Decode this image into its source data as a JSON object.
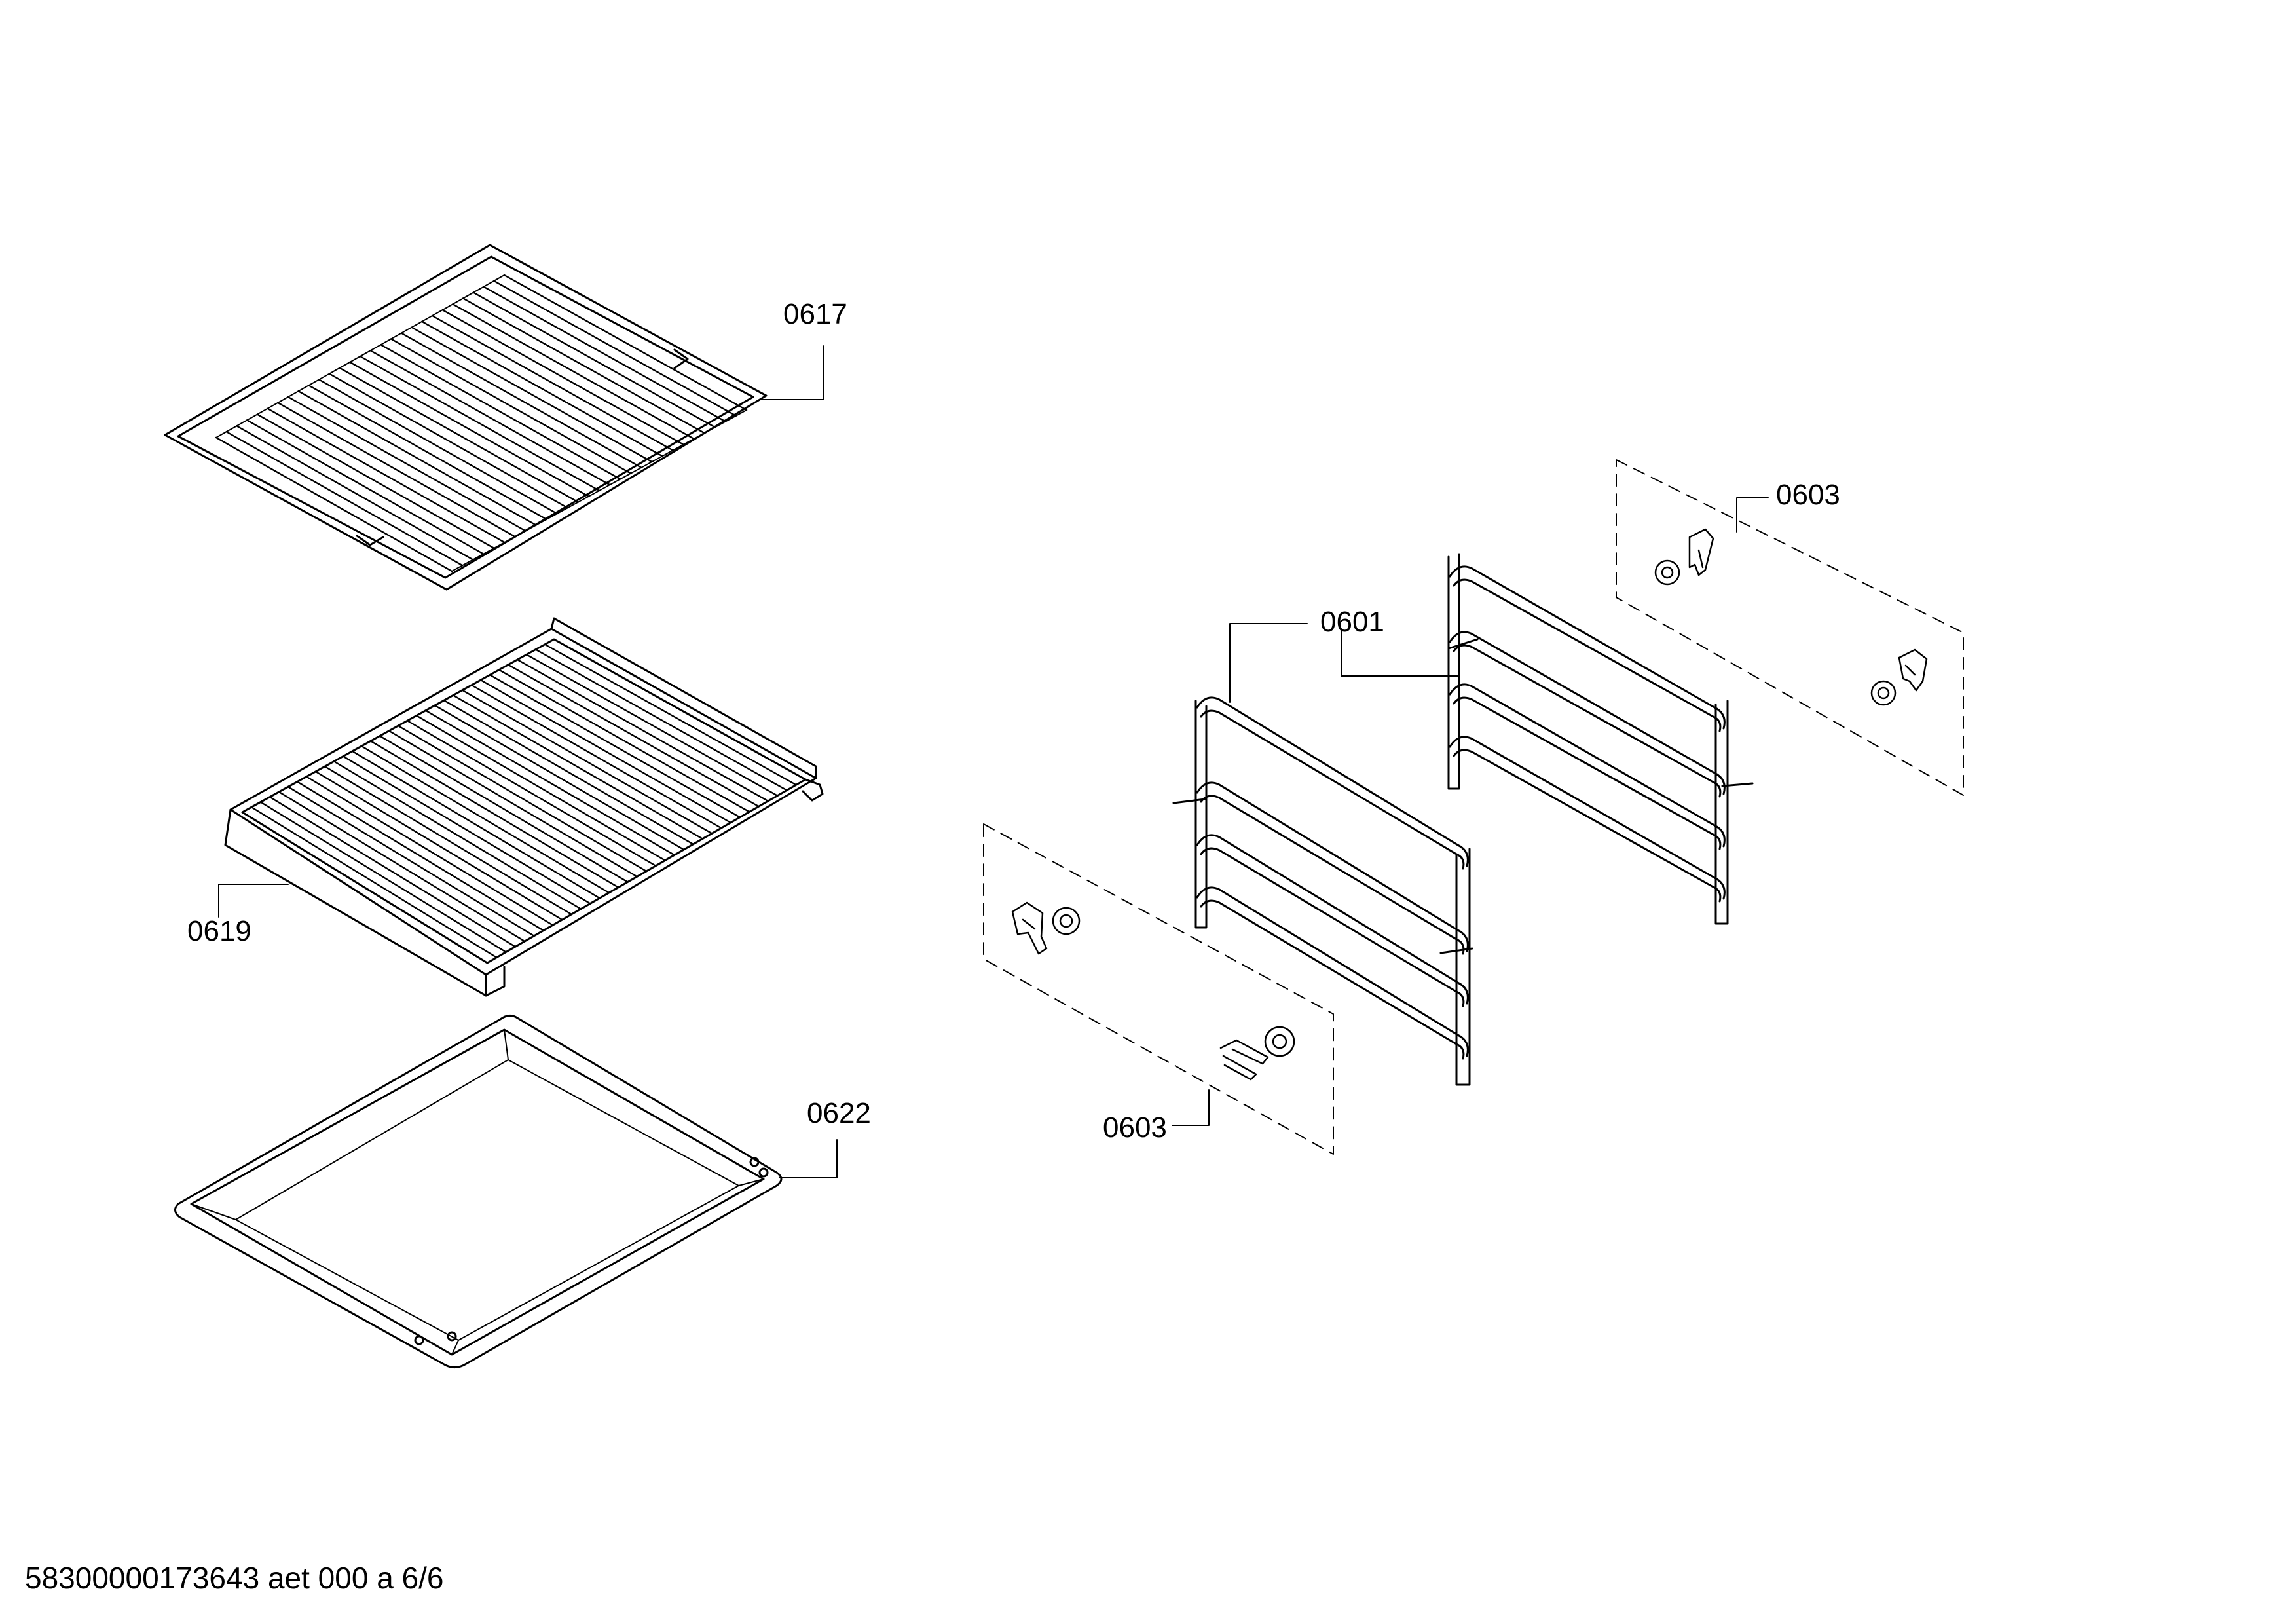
{
  "labels": {
    "p0617": "0617",
    "p0619": "0619",
    "p0622": "0622",
    "p0601": "0601",
    "p0603_top": "0603",
    "p0603_bottom": "0603"
  },
  "footer": "58300000173643 aet 000 a 6/6",
  "colors": {
    "line": "#000000",
    "background": "#ffffff"
  }
}
